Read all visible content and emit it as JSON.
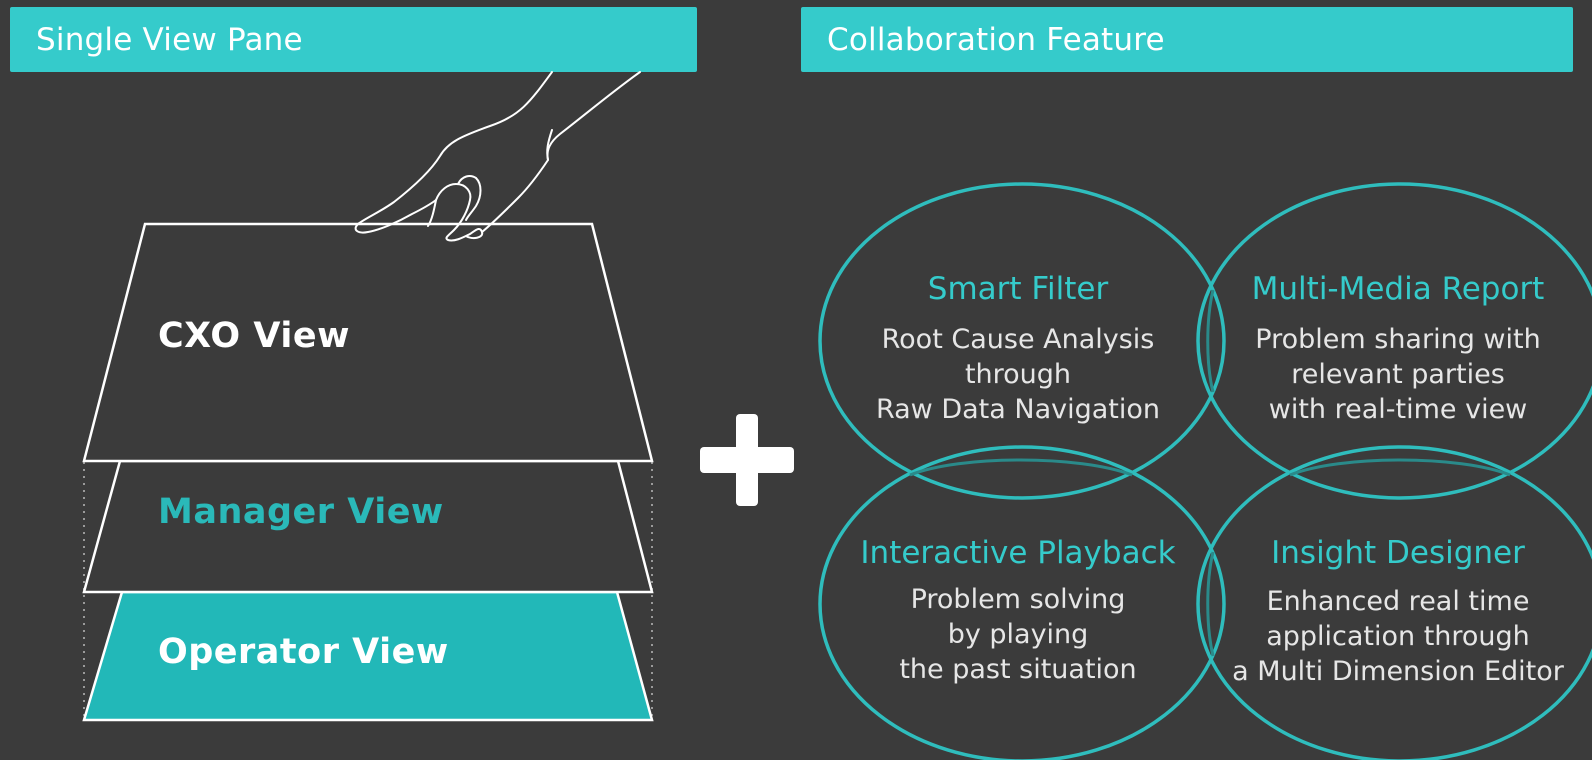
{
  "left_panel": {
    "header": "Single View Pane",
    "layers": [
      {
        "label": "CXO View"
      },
      {
        "label": "Manager View"
      },
      {
        "label": "Operator View"
      }
    ]
  },
  "right_panel": {
    "header": "Collaboration Feature",
    "features": [
      {
        "title": "Smart Filter",
        "lines": [
          "Root Cause Analysis",
          "through",
          "Raw Data Navigation"
        ]
      },
      {
        "title": "Multi-Media Report",
        "lines": [
          "Problem sharing with",
          "relevant parties",
          "with real-time view"
        ]
      },
      {
        "title": "Interactive Playback",
        "lines": [
          "Problem solving",
          "by playing",
          "the past situation"
        ]
      },
      {
        "title": "Insight Designer",
        "lines": [
          "Enhanced real time",
          "application through",
          "a Multi Dimension Editor"
        ]
      }
    ]
  },
  "connector_icon": "plus-icon",
  "illustration_icon": "hand-icon",
  "colors": {
    "background": "#3b3b3b",
    "accent": "#35cbcb",
    "operator_fill": "#22b8b8",
    "text_light": "#e6e6e6",
    "outline": "#ffffff"
  }
}
